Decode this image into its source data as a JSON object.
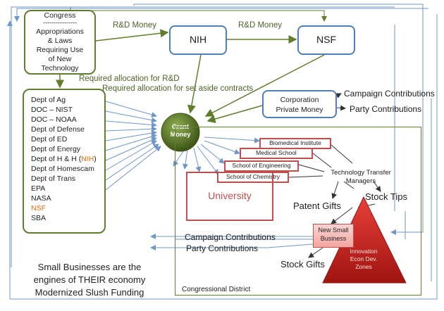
{
  "congress": {
    "title": "Congress",
    "divider": "----------------",
    "lines": [
      "Appropriations",
      "& Laws",
      "Requiring Use",
      "of New",
      "Technology"
    ]
  },
  "nih": "NIH",
  "nsf": "NSF",
  "rd_money_left": "R&D Money",
  "rd_money_right": "R&D Money",
  "required_rd": "Required allocation for R&D",
  "required_setaside": "Required allocation for set aside contracts",
  "departments": {
    "items": [
      {
        "text": "Dept of Ag"
      },
      {
        "text": "DOC – NIST"
      },
      {
        "text": "DOC – NOAA"
      },
      {
        "text": "Dept of Defense"
      },
      {
        "text": "Dept of ED"
      },
      {
        "text": "Dept of Energy"
      },
      {
        "text": "Dept of H & H ("
      },
      {
        "text": "Dept of Homescam"
      },
      {
        "text": "Dept of Trans"
      },
      {
        "text": "EPA"
      },
      {
        "text": "NASA"
      },
      {
        "text": "NSF"
      },
      {
        "text": "SBA"
      }
    ],
    "hh_nih": "NIH",
    "hh_close": ")"
  },
  "grant_money": {
    "line1": "Grant",
    "line2": "Money"
  },
  "corporation": {
    "line1": "Corporation",
    "line2": "Private Money"
  },
  "campaign_contributions_top": "Campaign Contributions",
  "party_contributions_top": "Party Contributions",
  "biomedical_institute": "Biomedical Institute",
  "medical_school": "Medical School",
  "school_engineering": "School of Engineering",
  "school_chemistry": "School of Chemistry",
  "university": "University",
  "tech_transfer": {
    "line1": "Technology Transfer",
    "line2": "Managers"
  },
  "stock_tips": "Stock Tips",
  "patent_gifts": "Patent Gifts",
  "new_small_business": {
    "line1": "New Small",
    "line2": "Business"
  },
  "innovation_zone": {
    "line1": "Innovation",
    "line2": "Econ Dev.",
    "line3": "Zones"
  },
  "campaign_contributions_bottom": "Campaign Contributions",
  "party_contributions_bottom": "Party Contributions",
  "stock_gifts": "Stock Gifts",
  "slogan": {
    "line1": "Small Businesses  are the",
    "line2": "engines of THEIR economy",
    "line3": "Modernized Slush Funding"
  },
  "congressional_district": "Congressional District",
  "colors": {
    "green": "#5f7d2a",
    "blue": "#4f7fb8",
    "red": "#c0504d",
    "orange": "#e46c0a",
    "sphere": "#4f6a1f"
  }
}
